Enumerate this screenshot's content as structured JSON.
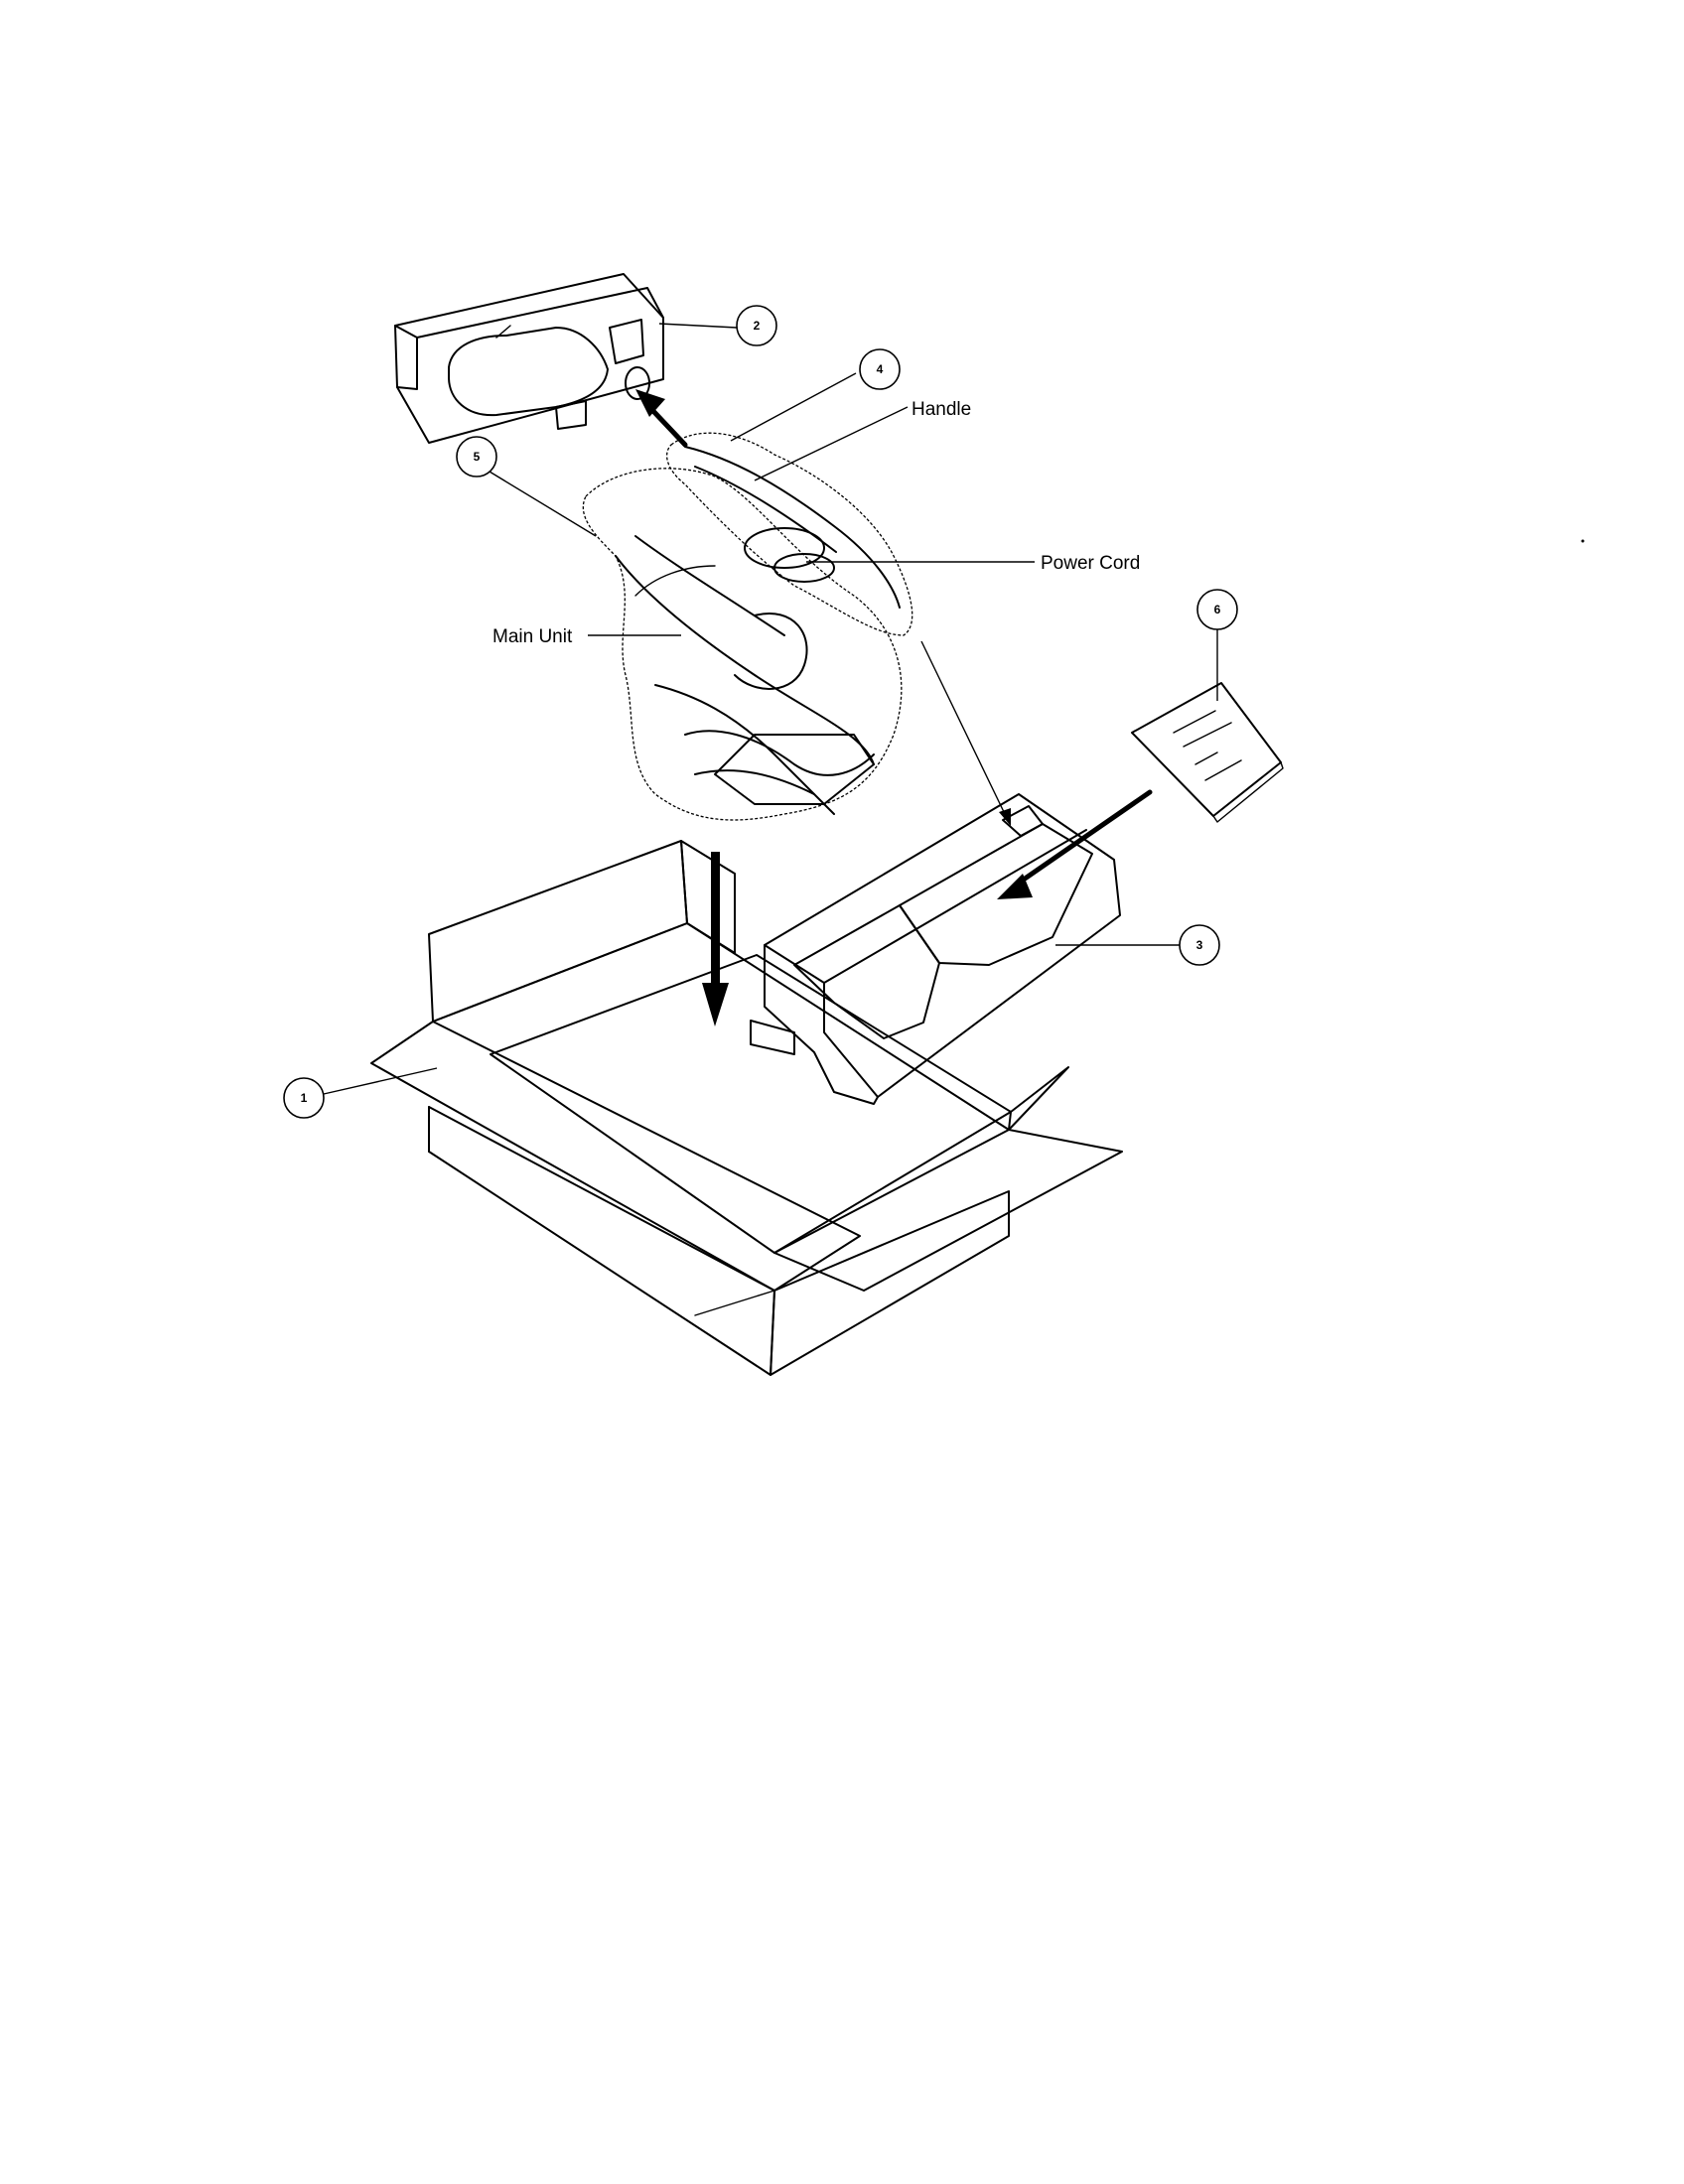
{
  "labels": {
    "handle": "Handle",
    "power_cord": "Power Cord",
    "main_unit": "Main Unit"
  },
  "callouts": {
    "box": "1",
    "top_foam": "2",
    "bottom_foam": "3",
    "handle_bag": "4",
    "unit_bag": "5",
    "manual": "6"
  }
}
